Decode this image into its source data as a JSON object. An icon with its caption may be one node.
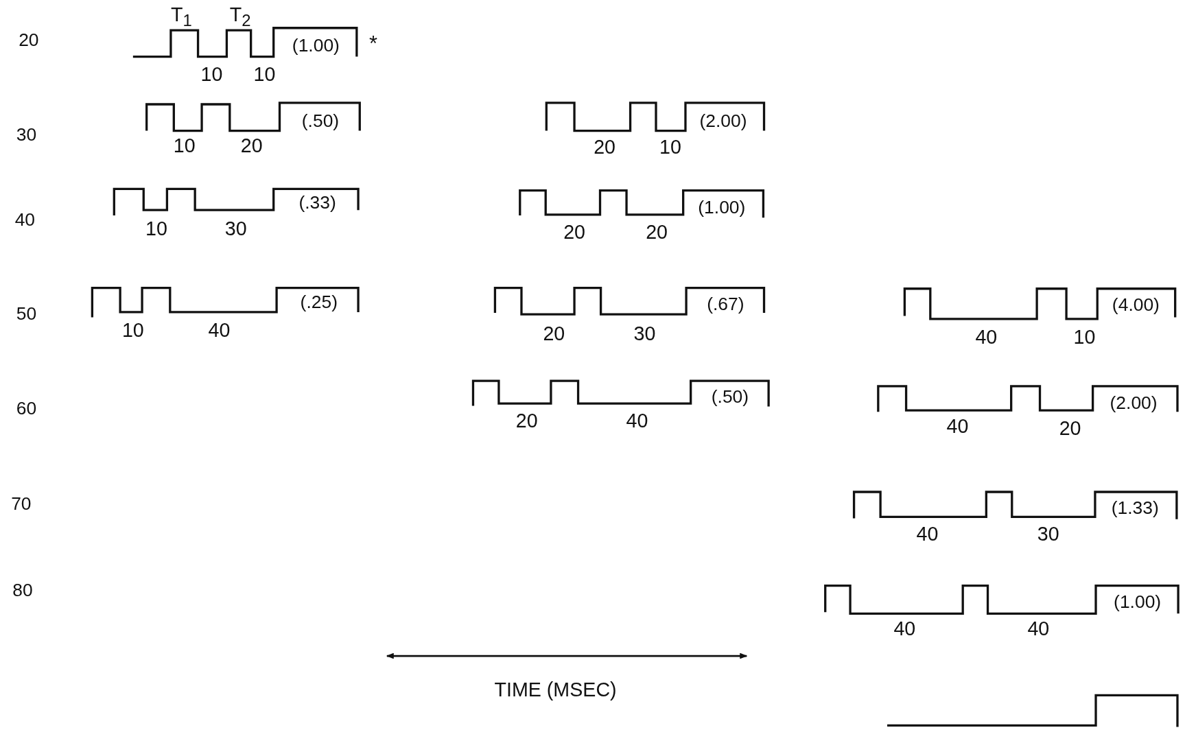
{
  "diagram": {
    "labels": [
      "20",
      "T$_{1}$",
      "T$_{2}$",
      "(1.00)",
      "*",
      "10",
      "10",
      "30",
      "(.50)",
      "(2.00)",
      "10",
      "20",
      "20",
      "10",
      "40",
      "(.33)",
      "(1.00)",
      "10",
      "30",
      "20",
      "20",
      "50",
      "(.25)",
      "(.67)",
      "(4.00)",
      "10",
      "40",
      "20",
      "30",
      "40",
      "10",
      "60",
      "(.50)",
      "(2.00)",
      "20",
      "40",
      "40",
      "20",
      "70",
      "(1.33)",
      "40",
      "30",
      "80",
      "(1.00)",
      "40",
      "40",
      "TIME (MSEC)"
    ]
  }
}
